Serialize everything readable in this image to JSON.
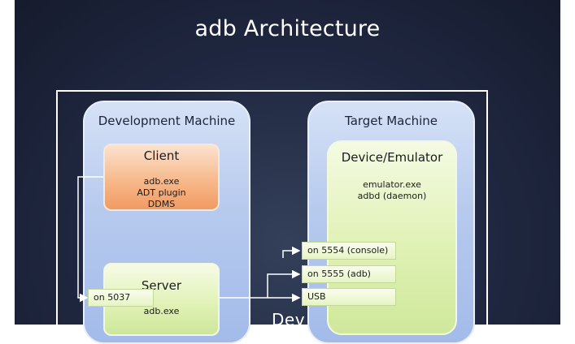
{
  "title": "adb Architecture",
  "dev_machine": {
    "label": "Development Machine",
    "client": {
      "title": "Client",
      "items": [
        "adb.exe",
        "ADT plugin",
        "DDMS"
      ]
    },
    "server": {
      "title": "Server",
      "sub": "adb.exe",
      "port": "on 5037"
    }
  },
  "target_machine": {
    "label": "Target Machine",
    "device": {
      "title": "Device/Emulator",
      "items": [
        "emulator.exe",
        "adbd (daemon)"
      ]
    },
    "ports": [
      "on 5554 (console)",
      "on 5555 (adb)",
      "USB"
    ]
  },
  "bottom_text": "Dev",
  "colors": {
    "background": "#1f2740",
    "machine": "#b7caee",
    "client": "#f7b98c",
    "server": "#e0f1b4",
    "connector": "#ffffff"
  }
}
